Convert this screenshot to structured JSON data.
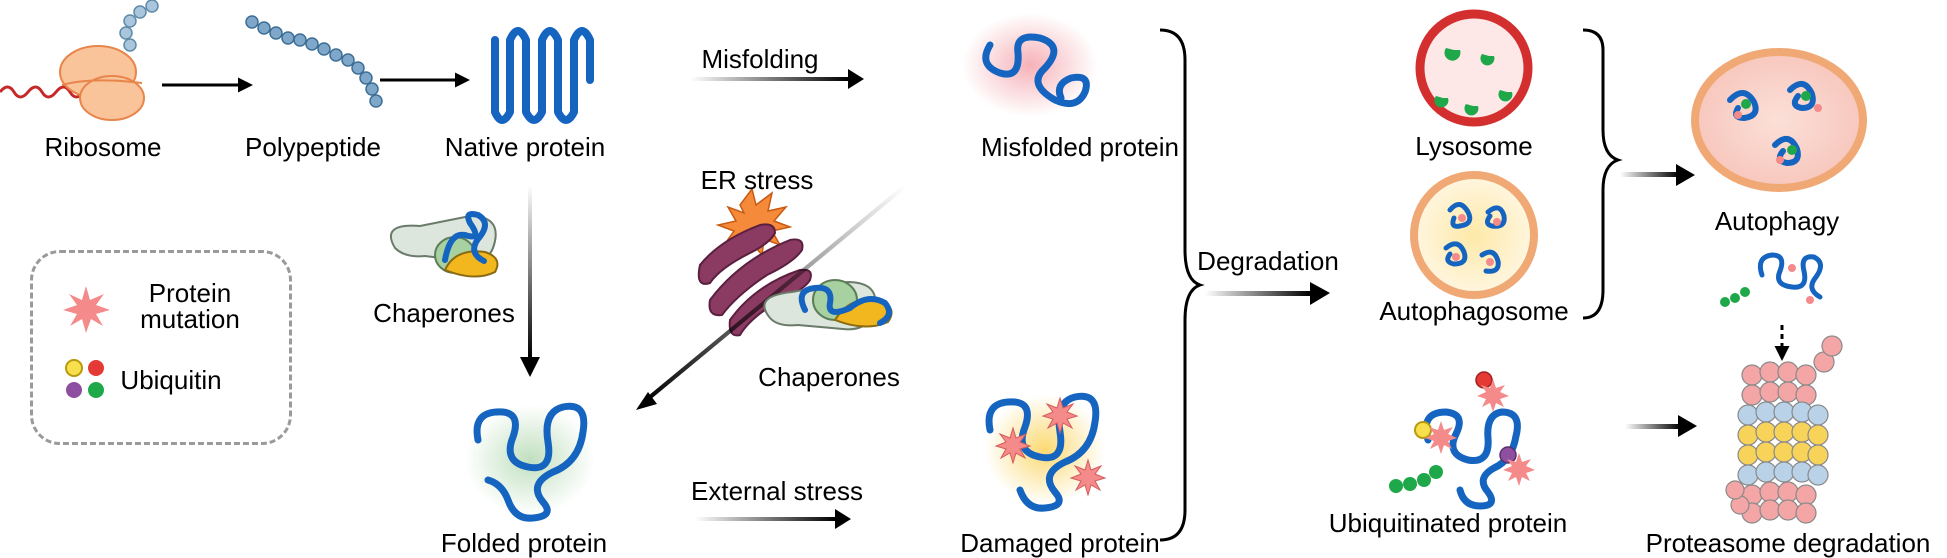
{
  "nodes": {
    "ribosome": "Ribosome",
    "polypeptide": "Polypeptide",
    "native_protein": "Native protein",
    "misfolded_protein": "Misfolded protein",
    "folded_protein": "Folded protein",
    "damaged_protein": "Damaged protein",
    "lysosome": "Lysosome",
    "autophagosome": "Autophagosome",
    "autophagy": "Autophagy",
    "ubiquitinated_protein": "Ubiquitinated protein",
    "proteasome_degradation": "Proteasome degradation",
    "chaperones_left": "Chaperones",
    "chaperones_right": "Chaperones"
  },
  "edges": {
    "misfolding": "Misfolding",
    "er_stress": "ER stress",
    "external_stress": "External stress",
    "degradation": "Degradation"
  },
  "legend": {
    "protein_mutation_line1": "Protein",
    "protein_mutation_line2": "mutation",
    "ubiquitin": "Ubiquitin"
  },
  "colors": {
    "protein_blue": "#1565c0",
    "ribosome_orange": "#f6b47f",
    "lysosome_red": "#d32f2f",
    "autophagosome_orange": "#f0a875",
    "mutation_pink": "#f48a8a",
    "ubiquitin_yellow": "#f7e04b",
    "ubiquitin_red": "#e53935",
    "ubiquitin_purple": "#8e4fa0",
    "ubiquitin_green": "#1fa84a",
    "er_purple": "#8b3a62",
    "chaperone_yellow": "#f2b61f"
  }
}
